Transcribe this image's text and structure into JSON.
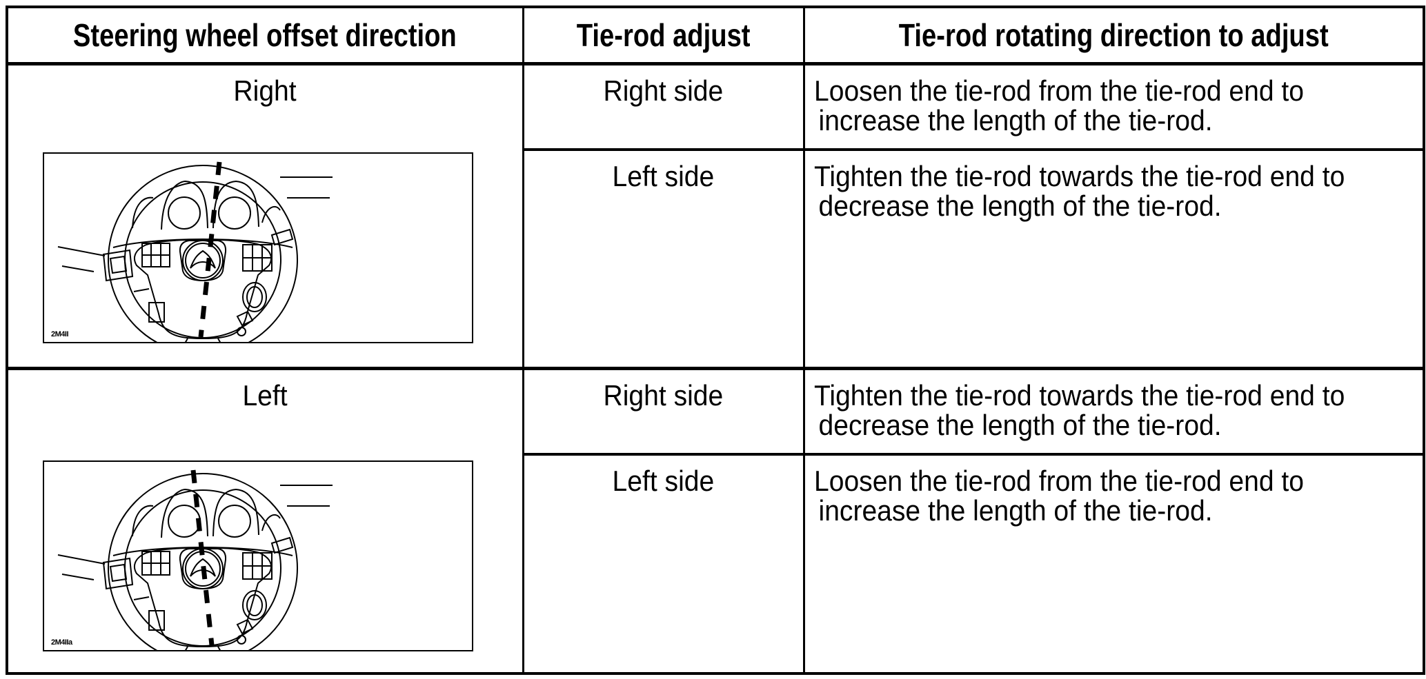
{
  "page": {
    "background": "#ffffff",
    "text_color": "#000000",
    "border_color": "#000000"
  },
  "table": {
    "headers": {
      "col1": "Steering wheel offset direction",
      "col2": "Tie-rod adjust",
      "col3": "Tie-rod rotating direction to adjust"
    },
    "groups": [
      {
        "offset_direction": "Right",
        "figure_code": "2M4II",
        "rows": [
          {
            "side": "Right side",
            "instruction_lines": [
              "Loosen the tie-rod from the tie-rod end to",
              "increase the length of the tie-rod."
            ]
          },
          {
            "side": "Left side",
            "instruction_lines": [
              "Tighten the tie-rod towards the tie-rod end to",
              "decrease the length of the tie-rod."
            ]
          }
        ]
      },
      {
        "offset_direction": "Left",
        "figure_code": "2M4IIa",
        "rows": [
          {
            "side": "Right side",
            "instruction_lines": [
              "Tighten the tie-rod towards the tie-rod end to",
              "decrease the length of the tie-rod."
            ]
          },
          {
            "side": "Left side",
            "instruction_lines": [
              "Loosen the tie-rod from the tie-rod end to",
              "increase the length of the tie-rod."
            ]
          }
        ]
      }
    ]
  }
}
